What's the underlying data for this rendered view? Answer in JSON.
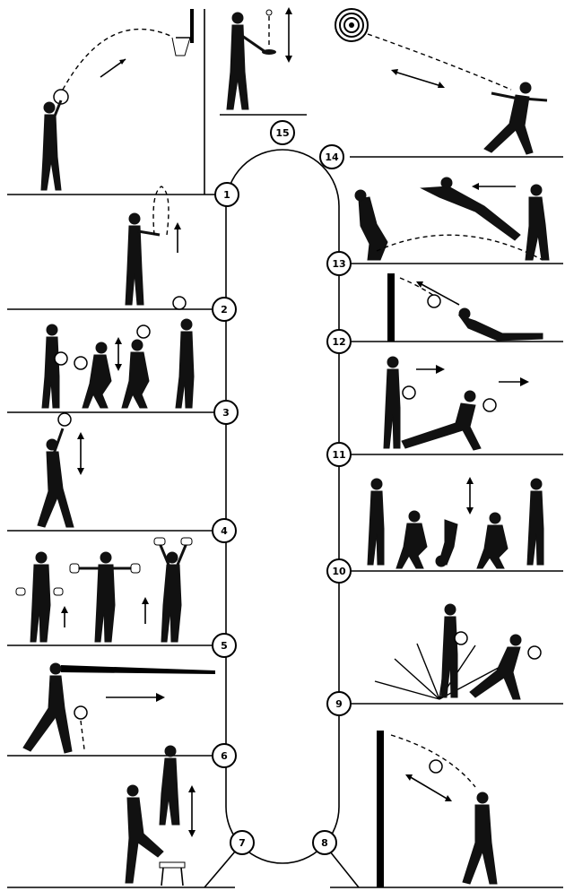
{
  "diagram": {
    "stations": [
      {
        "id": "1",
        "label": "1"
      },
      {
        "id": "2",
        "label": "2"
      },
      {
        "id": "3",
        "label": "3"
      },
      {
        "id": "4",
        "label": "4"
      },
      {
        "id": "5",
        "label": "5"
      },
      {
        "id": "6",
        "label": "6"
      },
      {
        "id": "7",
        "label": "7"
      },
      {
        "id": "8",
        "label": "8"
      },
      {
        "id": "9",
        "label": "9"
      },
      {
        "id": "10",
        "label": "10"
      },
      {
        "id": "11",
        "label": "11"
      },
      {
        "id": "12",
        "label": "12"
      },
      {
        "id": "13",
        "label": "13"
      },
      {
        "id": "14",
        "label": "14"
      },
      {
        "id": "15",
        "label": "15"
      }
    ],
    "exercises": [
      {
        "station": "1",
        "icon": "basketball-shot-icon"
      },
      {
        "station": "2",
        "icon": "ball-toss-catch-icon"
      },
      {
        "station": "3",
        "icon": "squat-jump-with-ball-icon"
      },
      {
        "station": "4",
        "icon": "overhead-ball-throw-icon"
      },
      {
        "station": "5",
        "icon": "dumbbell-exercises-icon"
      },
      {
        "station": "6",
        "icon": "walking-ball-bounce-icon"
      },
      {
        "station": "7",
        "icon": "step-up-jump-icon"
      },
      {
        "station": "8",
        "icon": "wall-ball-throw-icon"
      },
      {
        "station": "9",
        "icon": "ball-pass-lunge-icon"
      },
      {
        "station": "10",
        "icon": "squat-sequence-icon"
      },
      {
        "station": "11",
        "icon": "ball-lunge-forward-icon"
      },
      {
        "station": "12",
        "icon": "wall-ball-lying-icon"
      },
      {
        "station": "13",
        "icon": "long-jump-icon"
      },
      {
        "station": "14",
        "icon": "target-throw-icon"
      },
      {
        "station": "15",
        "icon": "ball-balance-icon"
      }
    ]
  }
}
